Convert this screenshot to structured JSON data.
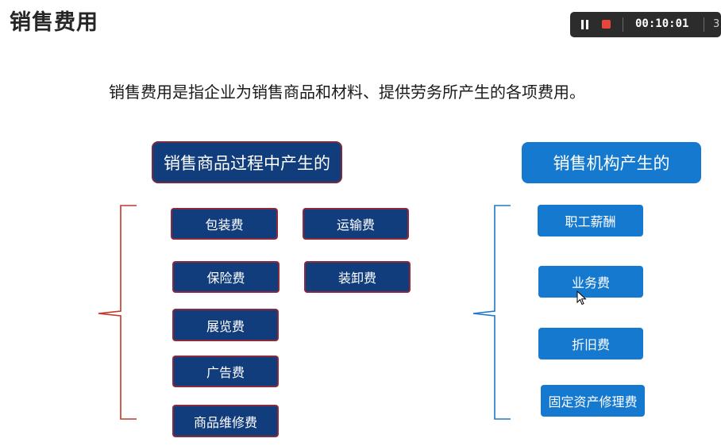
{
  "title": "销售费用",
  "recorder": {
    "time": "00:10:01",
    "more": "3"
  },
  "definition": "销售费用是指企业为销售商品和材料、提供劳务所产生的各项费用。",
  "left_group": {
    "header": "销售商品过程中产生的",
    "items": [
      "包装费",
      "运输费",
      "保险费",
      "装卸费",
      "展览费",
      "广告费",
      "商品维修费"
    ]
  },
  "right_group": {
    "header": "销售机构产生的",
    "items": [
      "职工薪酬",
      "业务费",
      "折旧费",
      "固定资产修理费"
    ]
  },
  "colors": {
    "dark_box": "#123d7c",
    "dark_border": "#8a2a3e",
    "light_box": "#1579cf",
    "left_bracket": "#c0392b",
    "right_bracket": "#1f78c8"
  }
}
